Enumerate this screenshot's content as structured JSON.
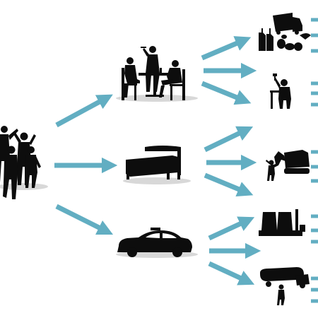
{
  "colors": {
    "arrow": "#62aec2",
    "silhouette": "#0d0d0d",
    "shadow": "#d8d8d8",
    "background": "#ffffff"
  },
  "nodes": [
    {
      "id": "crowd",
      "icon": "people-crowd-icon"
    },
    {
      "id": "restaurant",
      "icon": "restaurant-diners-icon"
    },
    {
      "id": "bed",
      "icon": "bed-icon"
    },
    {
      "id": "taxi",
      "icon": "taxi-car-icon"
    },
    {
      "id": "food-supply",
      "icon": "food-bottles-truck-icon"
    },
    {
      "id": "worker",
      "icon": "worker-hammer-icon"
    },
    {
      "id": "construction",
      "icon": "excavator-worker-icon"
    },
    {
      "id": "factory",
      "icon": "factory-plant-icon"
    },
    {
      "id": "tanker",
      "icon": "fuel-tanker-worker-icon"
    }
  ],
  "edges": [
    {
      "from": "crowd",
      "to": "restaurant"
    },
    {
      "from": "crowd",
      "to": "bed"
    },
    {
      "from": "crowd",
      "to": "taxi"
    },
    {
      "from": "restaurant",
      "to": "food-supply"
    },
    {
      "from": "restaurant",
      "to": "worker"
    },
    {
      "from": "restaurant",
      "to": "worker"
    },
    {
      "from": "bed",
      "to": "worker"
    },
    {
      "from": "bed",
      "to": "construction"
    },
    {
      "from": "bed",
      "to": "construction"
    },
    {
      "from": "taxi",
      "to": "factory"
    },
    {
      "from": "taxi",
      "to": "factory"
    },
    {
      "from": "taxi",
      "to": "tanker"
    }
  ]
}
